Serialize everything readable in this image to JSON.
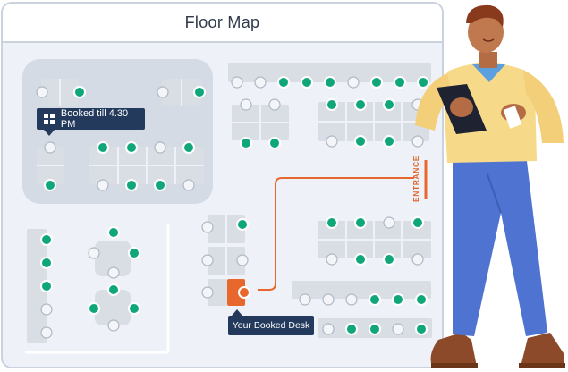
{
  "window": {
    "title": "Floor Map"
  },
  "tooltips": {
    "booked_till": "Booked till 4.30 PM",
    "your_desk": "Your Booked Desk"
  },
  "labels": {
    "entrance": "ENTRANCE"
  },
  "colors": {
    "available": "#0fa77a",
    "unavailable": "#e9edf2",
    "your_desk": "#e8672c",
    "desk": "#d9dee5",
    "room": "#d4dbe5",
    "floor": "#eef2f8",
    "tooltip": "#233a5c",
    "route": "#e8672c"
  },
  "icons": {
    "booking_icon": "grid-icon",
    "person": "illustrated-person-with-tablet"
  }
}
